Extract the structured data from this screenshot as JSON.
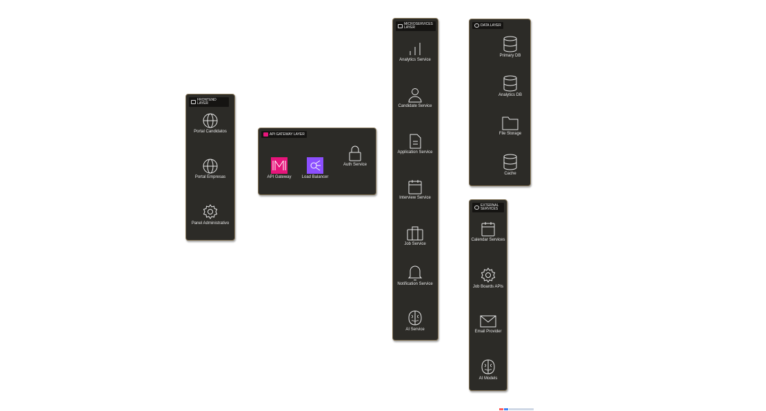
{
  "diagram": {
    "panels": {
      "frontend": {
        "title": "FRONTEND LAYER"
      },
      "gateway": {
        "title": "API GATEWAY LAYER"
      },
      "micro": {
        "title": "MICROSERVICES LAYER"
      },
      "data": {
        "title": "DATA LAYER"
      },
      "external": {
        "title": "EXTERNAL SERVICES"
      }
    },
    "frontend": {
      "candidatos": "Portal Candidatos",
      "empresas": "Portal Empresas",
      "admin": "Panel Administrativo"
    },
    "gateway": {
      "api_gateway": "API Gateway",
      "load_balancer": "Load Balancer",
      "auth": "Auth Service"
    },
    "micro": {
      "analytics": "Analytics Service",
      "candidate": "Candidate Service",
      "application": "Application Service",
      "interview": "Interview Service",
      "job": "Job Service",
      "notification": "Notification Service",
      "ai": "AI Service"
    },
    "data": {
      "primary": "Primary DB",
      "analytics_db": "Analytics DB",
      "files": "File Storage",
      "cache": "Cache"
    },
    "external": {
      "calendar": "Calendar Services",
      "job_boards": "Job Boards APIs",
      "email": "Email Provider",
      "ai_models": "AI Models"
    },
    "colors": {
      "panel_bg": "#2c2b27",
      "panel_border": "#8a7a5c",
      "api_gateway": "#e7157b",
      "load_balancer": "#8c4fff"
    }
  }
}
